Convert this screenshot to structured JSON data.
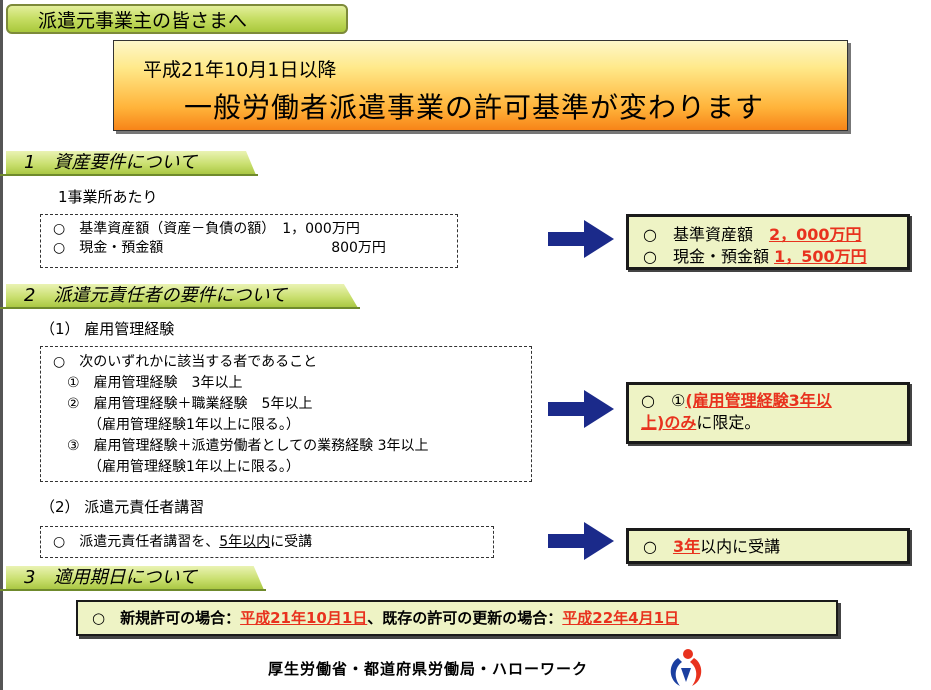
{
  "header": {
    "tab_title": "派遣元事業主の皆さまへ",
    "banner_line1": "平成21年10月1日以降",
    "banner_line2": "一般労働者派遣事業の許可基準が変わります"
  },
  "section1": {
    "title": "1　資産要件について",
    "sub": "1事業所あたり",
    "old_lines": [
      "○　基準資産額（資産－負債の額）　1，000万円",
      "○　現金・預金額　　　　　　　　　　　　800万円"
    ],
    "new": {
      "row1_prefix": "○　基準資産額　",
      "row1_value": "2，000万円",
      "row2_prefix": "○　現金・預金額",
      "row2_value": "1，500万円"
    }
  },
  "section2": {
    "title": "2　派遣元責任者の要件について",
    "sub1": "（1） 雇用管理経験",
    "old1_lines": [
      "○　次のいずれかに該当する者であること",
      "　①　雇用管理経験　3年以上",
      "　②　雇用管理経験＋職業経験　5年以上",
      "　　　（雇用管理経験1年以上に限る。）",
      "　③　雇用管理経験＋派遣労働者としての業務経験 3年以上",
      "　　　（雇用管理経験1年以上に限る。）"
    ],
    "new1": {
      "prefix": "○　①",
      "highlight_a": "(雇用管理経験3年以",
      "highlight_b": "上)のみ",
      "suffix": "に限定。"
    },
    "sub2": "（2） 派遣元責任者講習",
    "old2_prefix": "○　派遣元責任者講習を、",
    "old2_underlined": "5年以内",
    "old2_suffix": "に受講",
    "new2": {
      "prefix": "○　",
      "highlight": "3年",
      "suffix": "以内に受講"
    }
  },
  "section3": {
    "title": "3　適用期日について",
    "text1": "○　新規許可の場合：",
    "date1": "平成21年10月1日",
    "text2": "、既存の許可の更新の場合：",
    "date2": "平成22年4月1日"
  },
  "footer": {
    "text": "厚生労働省・都道府県労働局・ハローワーク",
    "logo_icon": "mhlw-logo-icon"
  },
  "colors": {
    "accent_red": "#e8321e",
    "arrow_blue": "#1b2a8a",
    "section_green": "#a7c53f",
    "banner_orange": "#f78418",
    "result_bg": "#eef3c5"
  }
}
